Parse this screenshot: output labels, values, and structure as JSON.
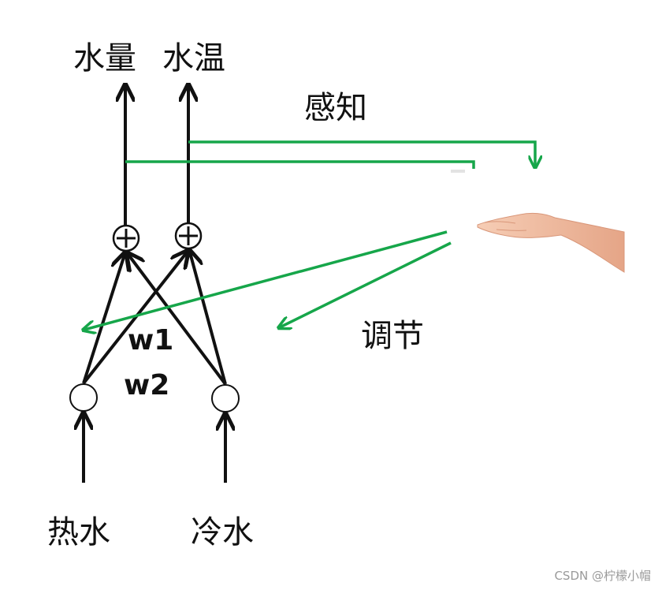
{
  "outputs": {
    "water_amount": "水量",
    "water_temp": "水温"
  },
  "inputs": {
    "hot_water": "热水",
    "cold_water": "冷水"
  },
  "weights": {
    "w1": "w1",
    "w2": "w2"
  },
  "sum_symbol": "+",
  "labels": {
    "perceive": "感知",
    "adjust": "调节"
  },
  "watermark": "CSDN @柠檬小帽",
  "colors": {
    "black_lines": "#111111",
    "green_arrows": "#16a64a",
    "skin": "#efb79a"
  }
}
